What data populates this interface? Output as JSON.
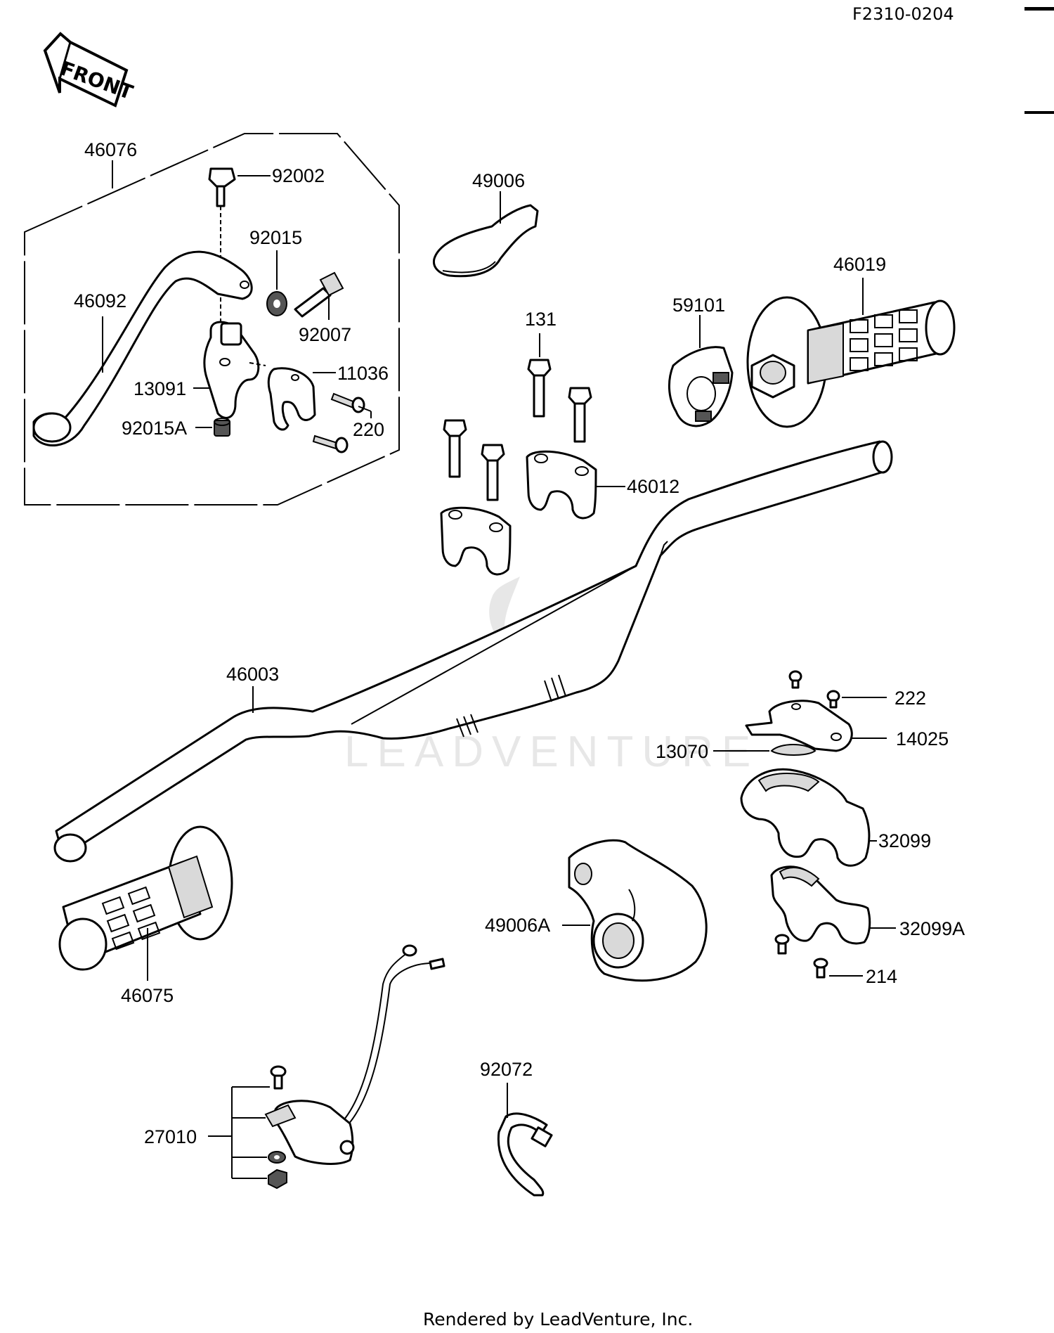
{
  "diagram_code": "F2310-0204",
  "front_label": "FRONT",
  "watermark": "LEADVENTURE",
  "footer": "Rendered by LeadVenture, Inc.",
  "parts": {
    "p46076": "46076",
    "p92002": "92002",
    "p92015": "92015",
    "p46092": "46092",
    "p92007": "92007",
    "p11036": "11036",
    "p13091": "13091",
    "p92015A": "92015A",
    "p220": "220",
    "p49006": "49006",
    "p46019": "46019",
    "p59101": "59101",
    "p131": "131",
    "p46012": "46012",
    "p46003": "46003",
    "p222": "222",
    "p14025": "14025",
    "p13070": "13070",
    "p32099": "32099",
    "p49006A": "49006A",
    "p32099A": "32099A",
    "p214": "214",
    "p46075": "46075",
    "p92072": "92072",
    "p27010": "27010"
  }
}
